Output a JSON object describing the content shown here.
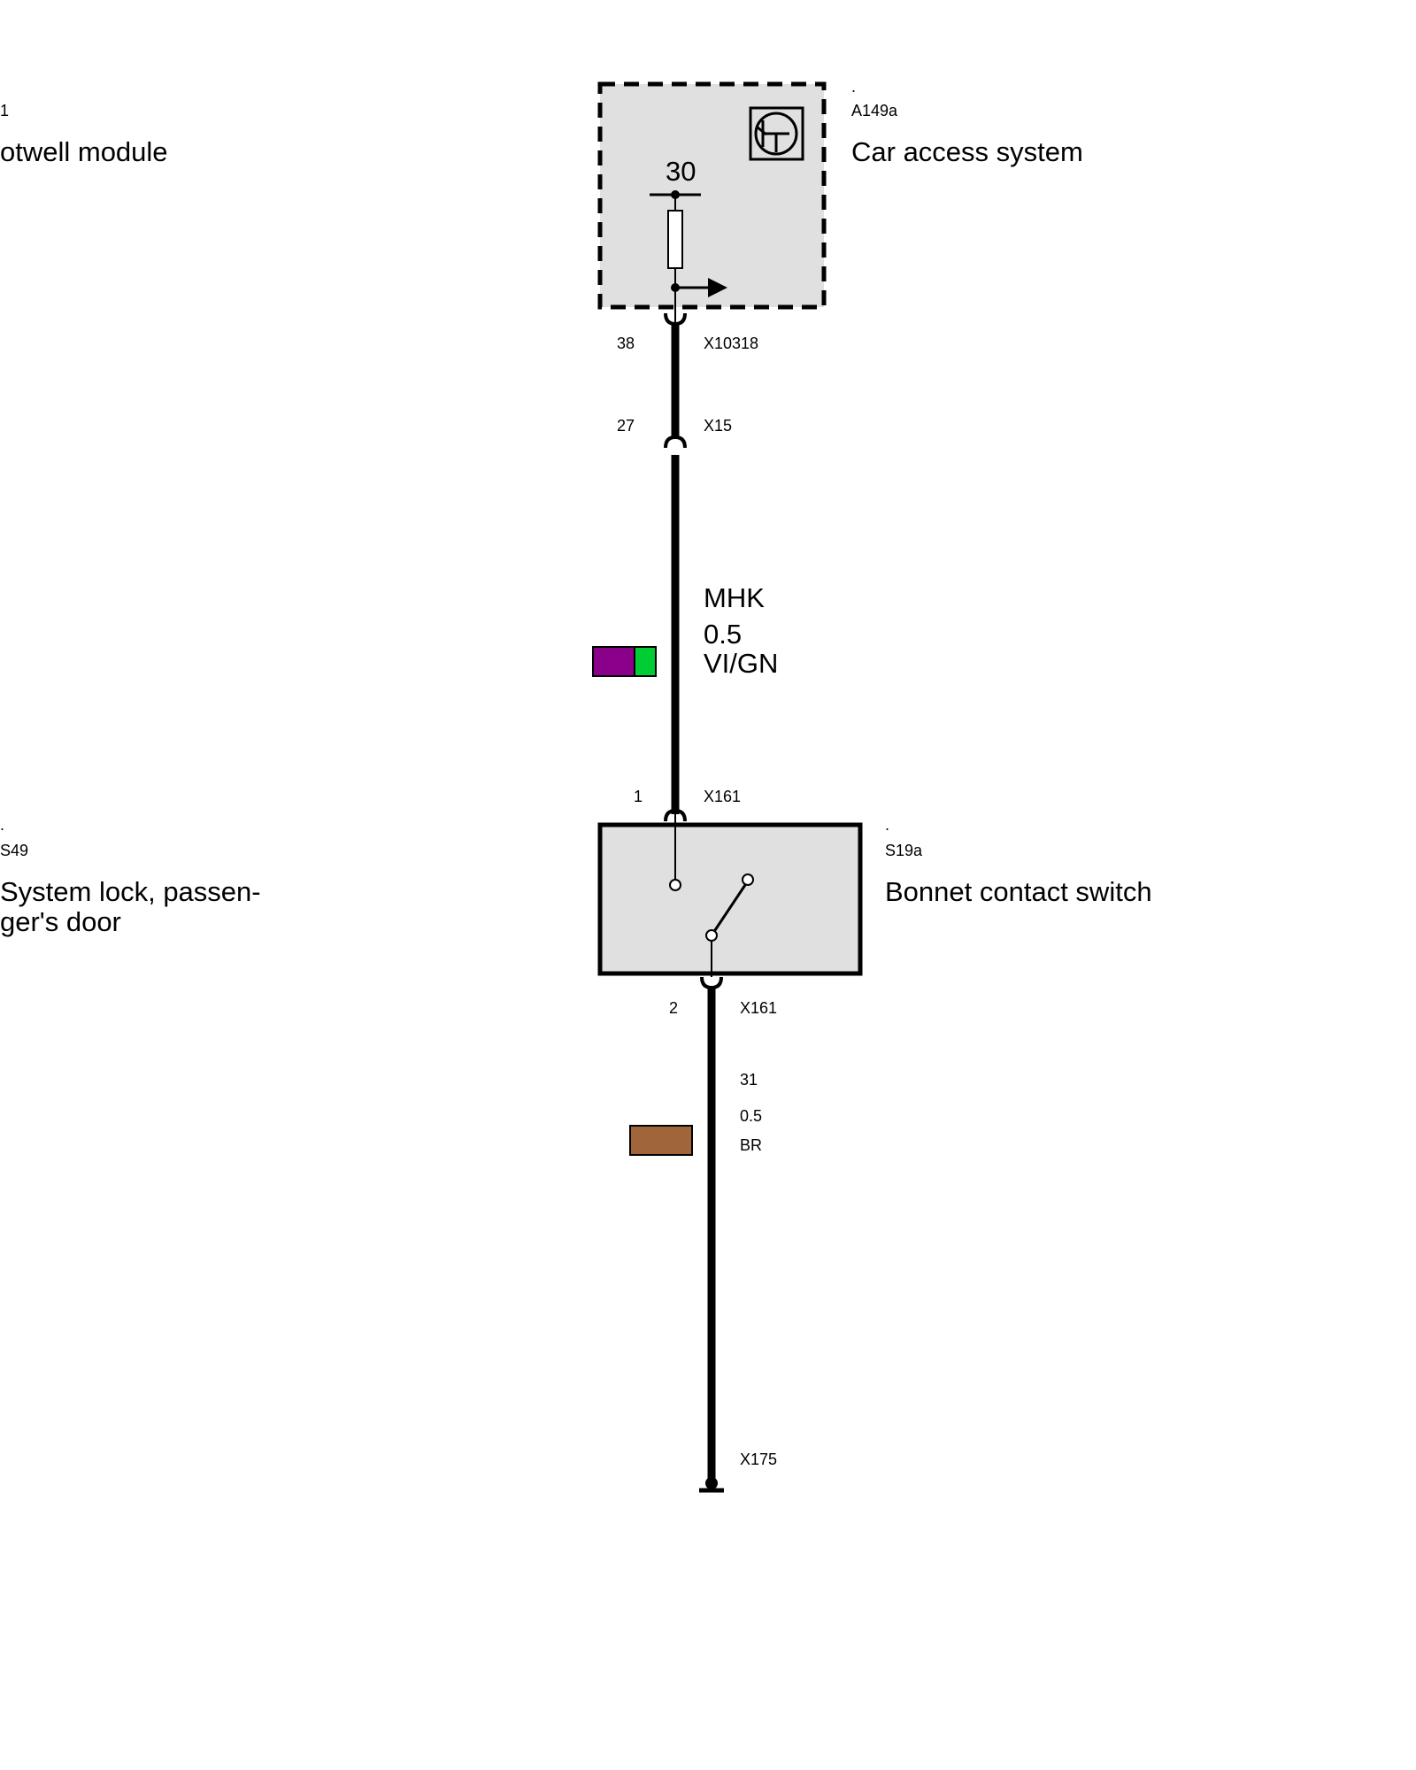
{
  "left_column": {
    "module_ref_fragment": "1",
    "module_name_fragment": "otwell module",
    "lock_dot": ".",
    "lock_ref_fragment": "S49",
    "lock_name_line1": "System lock, passen-",
    "lock_name_line2": "ger's door"
  },
  "car_access_system": {
    "dot": ".",
    "ref": "A149a",
    "name": "Car access system",
    "terminal_label": "30",
    "pin": "38",
    "connector": "X10318"
  },
  "intermediate_connector": {
    "pin": "27",
    "connector": "X15"
  },
  "wire_upper": {
    "id": "MHK",
    "cross_section": "0.5",
    "color_code": "VI/GN",
    "colors": [
      "#8B008B",
      "#00CC33"
    ]
  },
  "bonnet_switch": {
    "dot": ".",
    "ref": "S19a",
    "name": "Bonnet contact switch",
    "pin_in": "1",
    "connector_in": "X161",
    "pin_out": "2",
    "connector_out": "X161"
  },
  "wire_lower": {
    "id": "31",
    "cross_section": "0.5",
    "color_code": "BR",
    "colors": [
      "#A0663A"
    ]
  },
  "ground": {
    "connector": "X175"
  }
}
